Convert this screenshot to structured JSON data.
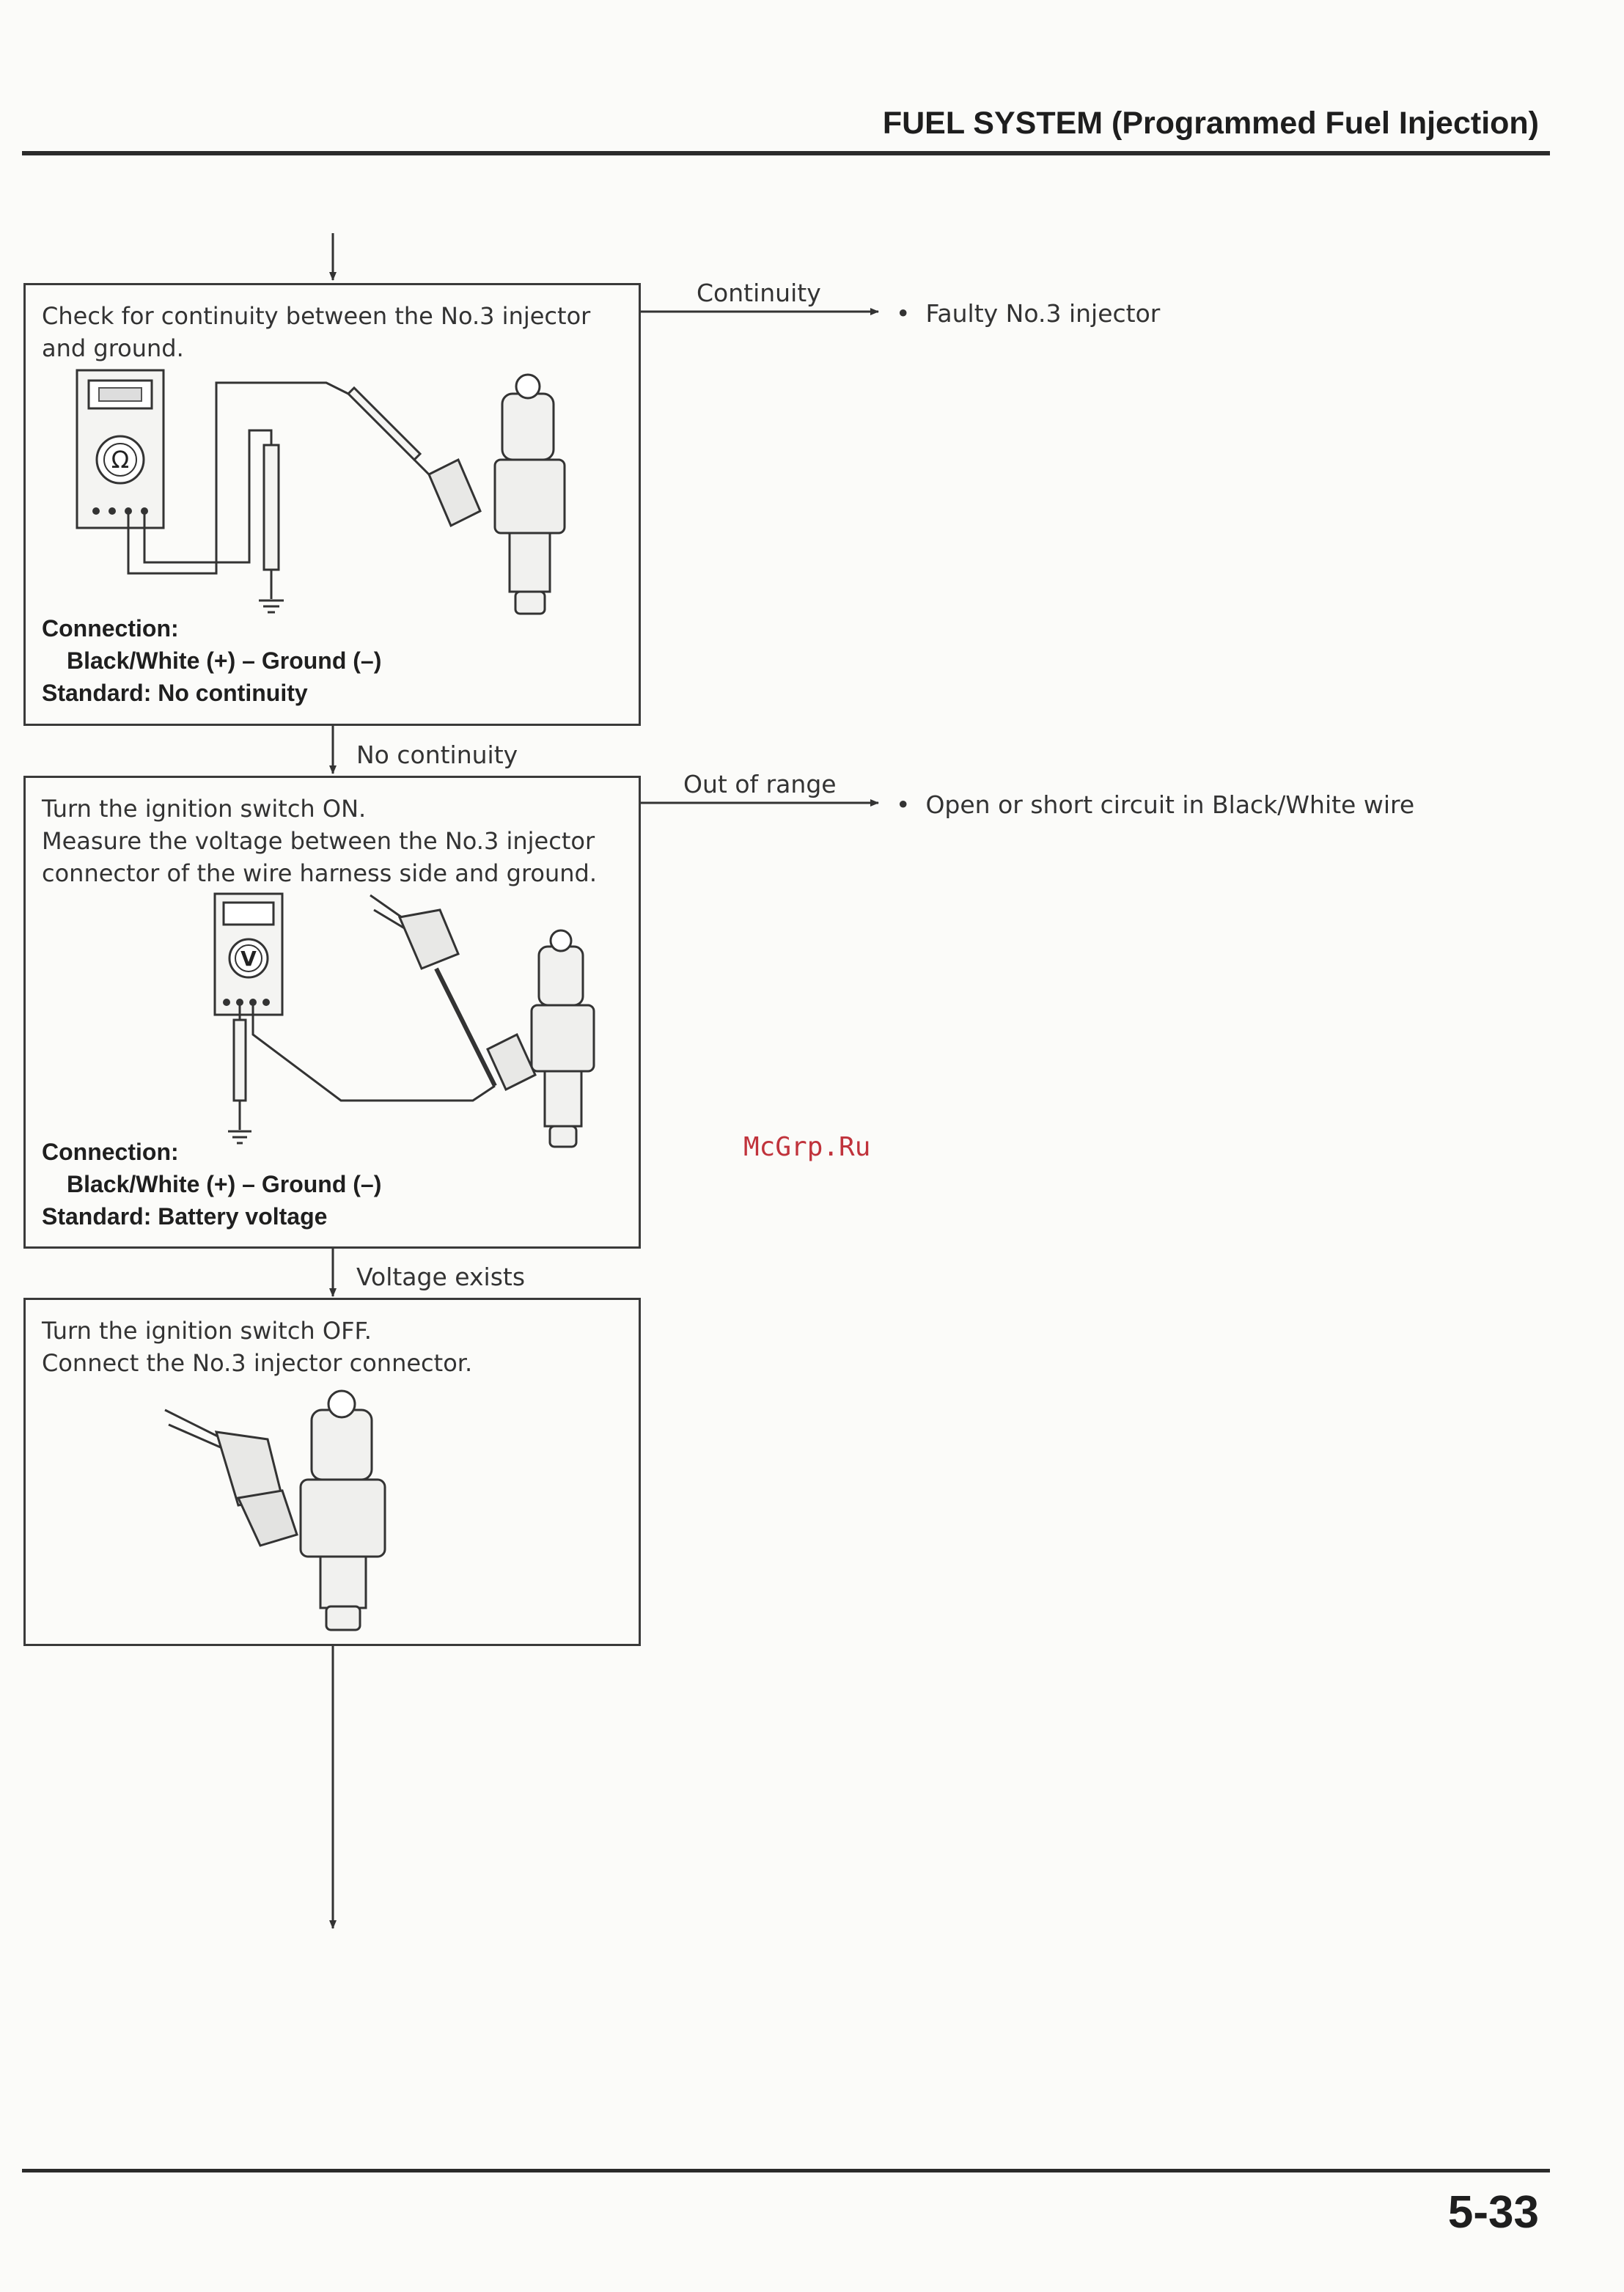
{
  "header": {
    "title": "FUEL SYSTEM (Programmed Fuel Injection)"
  },
  "steps": [
    {
      "text": [
        "Check for continuity between the No.3 injector",
        "and ground."
      ],
      "connection_label": "Connection:",
      "connection_value": "Black/White (+) – Ground (–)",
      "standard": "Standard: No continuity",
      "meter_symbol": "Ω"
    },
    {
      "text": [
        "Turn the ignition switch ON.",
        "Measure the voltage between the No.3 injector",
        "connector of the wire harness side and ground."
      ],
      "connection_label": "Connection:",
      "connection_value": "Black/White (+) – Ground (–)",
      "standard": "Standard: Battery voltage",
      "meter_symbol": "V"
    },
    {
      "text": [
        "Turn the ignition switch OFF.",
        "Connect the No.3 injector connector."
      ]
    }
  ],
  "branches": [
    {
      "label": "Continuity",
      "result": "Faulty No.3 injector"
    },
    {
      "label": "Out of range",
      "result": "Open or short circuit in Black/White wire"
    }
  ],
  "flow_labels": {
    "no_continuity": "No continuity",
    "voltage_exists": "Voltage exists"
  },
  "bullet": "•",
  "watermark": "McGrp.Ru",
  "page_number": "5-33"
}
